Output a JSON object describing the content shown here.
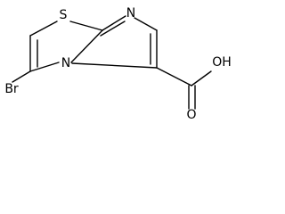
{
  "molecule": {
    "labels": {
      "sulfur": "S",
      "nitrogen_ring": "N",
      "nitrogen_bridge": "N",
      "bromine": "Br",
      "hydroxyl": "OH",
      "carbonyl_oxygen": "O"
    }
  }
}
